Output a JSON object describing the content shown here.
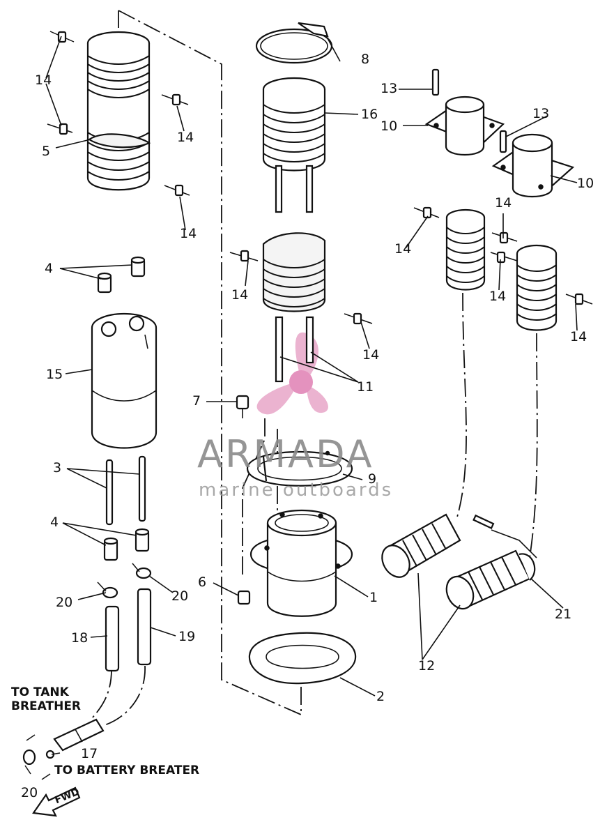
{
  "callouts": {
    "c1": "1",
    "c2": "2",
    "c3": "3",
    "c4a": "4",
    "c4b": "4",
    "c5": "5",
    "c6": "6",
    "c7": "7",
    "c8": "8",
    "c9": "9",
    "c10a": "10",
    "c10b": "10",
    "c11": "11",
    "c12": "12",
    "c13a": "13",
    "c13b": "13",
    "c14a": "14",
    "c14b": "14",
    "c14c": "14",
    "c14d": "14",
    "c14e": "14",
    "c14f": "14",
    "c14g": "14",
    "c14h": "14",
    "c14i": "14",
    "c15": "15",
    "c16": "16",
    "c17": "17",
    "c18": "18",
    "c19": "19",
    "c20a": "20",
    "c20b": "20",
    "c20c": "20",
    "c21": "21"
  },
  "notes": {
    "tank_line1": "TO TANK",
    "tank_line2": "BREATHER",
    "battery": "TO BATTERY BREATER",
    "fwd": "FWD"
  },
  "watermark": {
    "name": "ARMADA",
    "tagline": "marine outboards",
    "color": "#e8a6c8"
  }
}
